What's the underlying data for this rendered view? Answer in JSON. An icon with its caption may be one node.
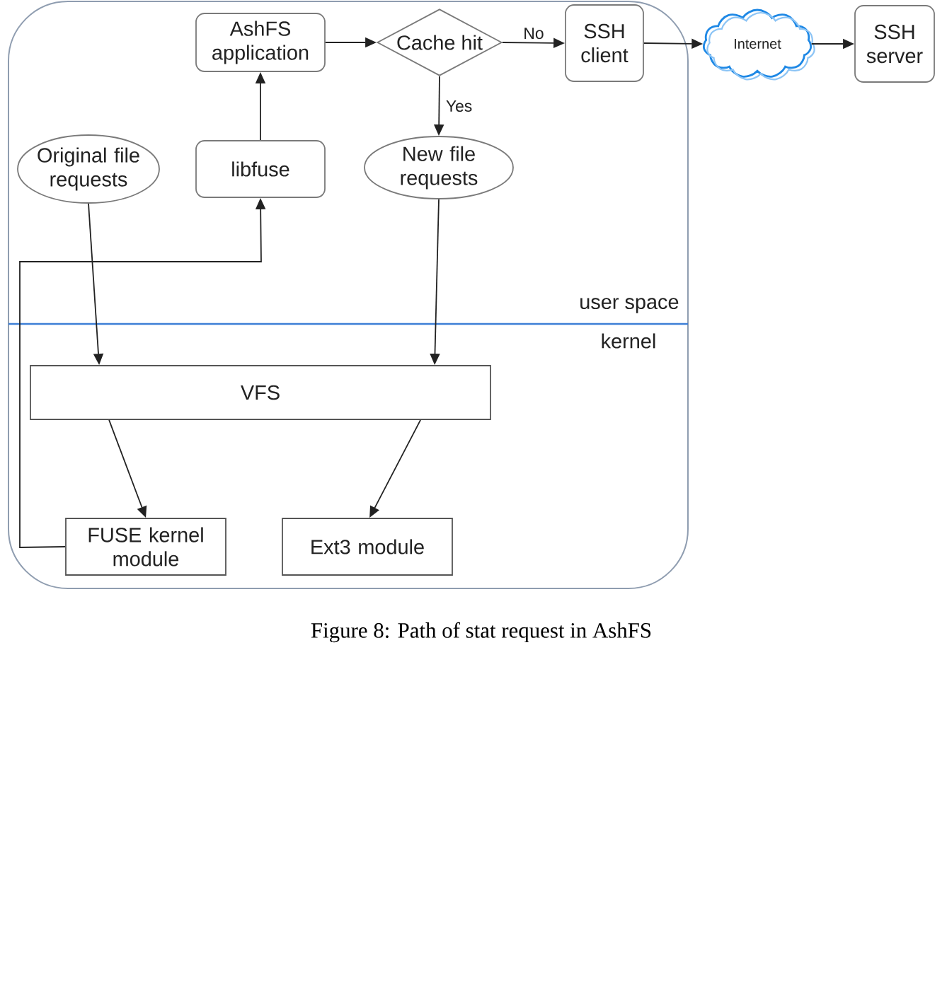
{
  "diagram": {
    "caption": "Figure 8: Path of stat request in AshFS",
    "nodes": [
      {
        "text": [
          "user space",
          "kernel"
        ]
      },
      {
        "text": [
          "AshFS application"
        ],
        "in": 0
      },
      {
        "text": [
          "Cache hit"
        ],
        "in": 0
      },
      {
        "text": [
          "SSH client"
        ],
        "in": 0
      },
      {
        "text": [
          "Internet"
        ]
      },
      {
        "text": [
          "SSH server"
        ]
      },
      {
        "text": [
          "Original file requests"
        ],
        "in": 0
      },
      {
        "text": [
          "libfuse"
        ],
        "in": 0
      },
      {
        "text": [
          "New file requests"
        ],
        "in": 0
      },
      {
        "text": [
          "VFS"
        ],
        "in": 0
      },
      {
        "text": [
          "FUSE kernel module"
        ],
        "in": 0
      },
      {
        "text": [
          "Ext3 module"
        ],
        "in": 0
      }
    ],
    "edges": [
      {
        "from": 7,
        "to": 1,
        "arrow": "to"
      },
      {
        "from": 1,
        "to": 2,
        "arrow": "to"
      },
      {
        "from": 2,
        "to": 3,
        "arrow": "to",
        "label": "No"
      },
      {
        "from": 2,
        "to": 8,
        "arrow": "to",
        "label": "Yes"
      },
      {
        "from": 3,
        "to": 4,
        "arrow": "to"
      },
      {
        "from": 4,
        "to": 5,
        "arrow": "to"
      },
      {
        "from": 6,
        "to": 9,
        "arrow": "to"
      },
      {
        "from": 8,
        "to": 9,
        "arrow": "to"
      },
      {
        "from": 9,
        "to": 10,
        "arrow": "to"
      },
      {
        "from": 10,
        "to": 7,
        "arrow": "to"
      },
      {
        "from": 9,
        "to": 11,
        "arrow": "to"
      }
    ]
  }
}
